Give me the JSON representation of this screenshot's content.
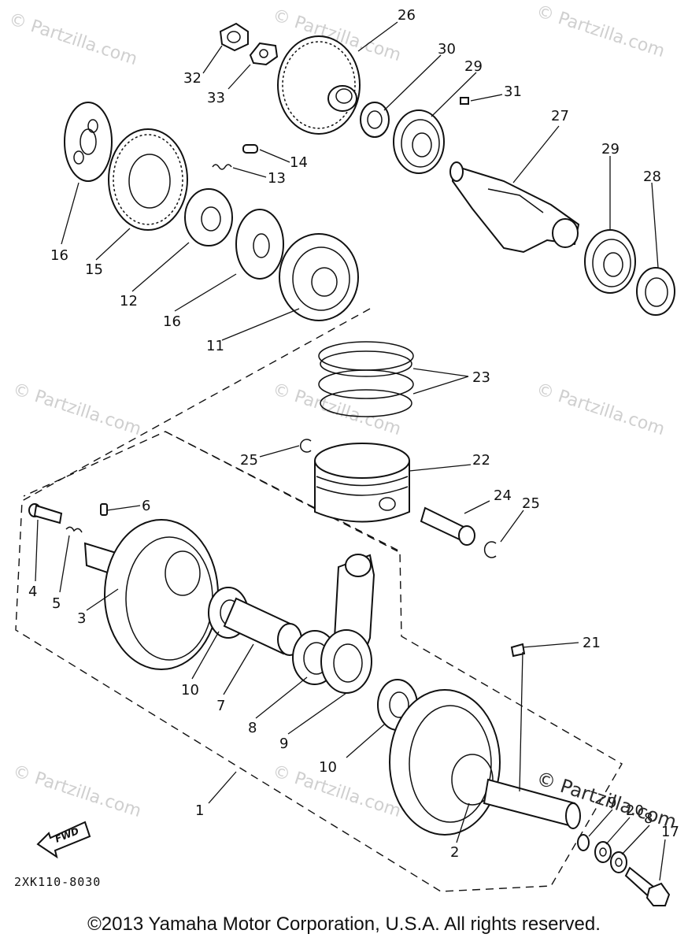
{
  "watermark": {
    "small_text": "© Partzilla.com",
    "big_text": "© Partzilla.com"
  },
  "callouts": {
    "p1": "1",
    "p2": "2",
    "p3": "3",
    "p4": "4",
    "p5": "5",
    "p6": "6",
    "p7": "7",
    "p8a": "8",
    "p8b": "8",
    "p9": "9",
    "p9b": "9",
    "p10a": "10",
    "p10b": "10",
    "p11": "11",
    "p12": "12",
    "p13": "13",
    "p14": "14",
    "p15": "15",
    "p16a": "16",
    "p16b": "16",
    "p17": "17",
    "p20": "20",
    "p21": "21",
    "p22": "22",
    "p23": "23",
    "p24": "24",
    "p25a": "25",
    "p25b": "25",
    "p26": "26",
    "p27": "27",
    "p28": "28",
    "p29a": "29",
    "p29b": "29",
    "p30": "30",
    "p31": "31",
    "p32": "32",
    "p33": "33"
  },
  "fwd_label": "FWD",
  "diagram_code": "2XK110-8030",
  "copyright": "©2013 Yamaha Motor Corporation, U.S.A. All rights reserved."
}
